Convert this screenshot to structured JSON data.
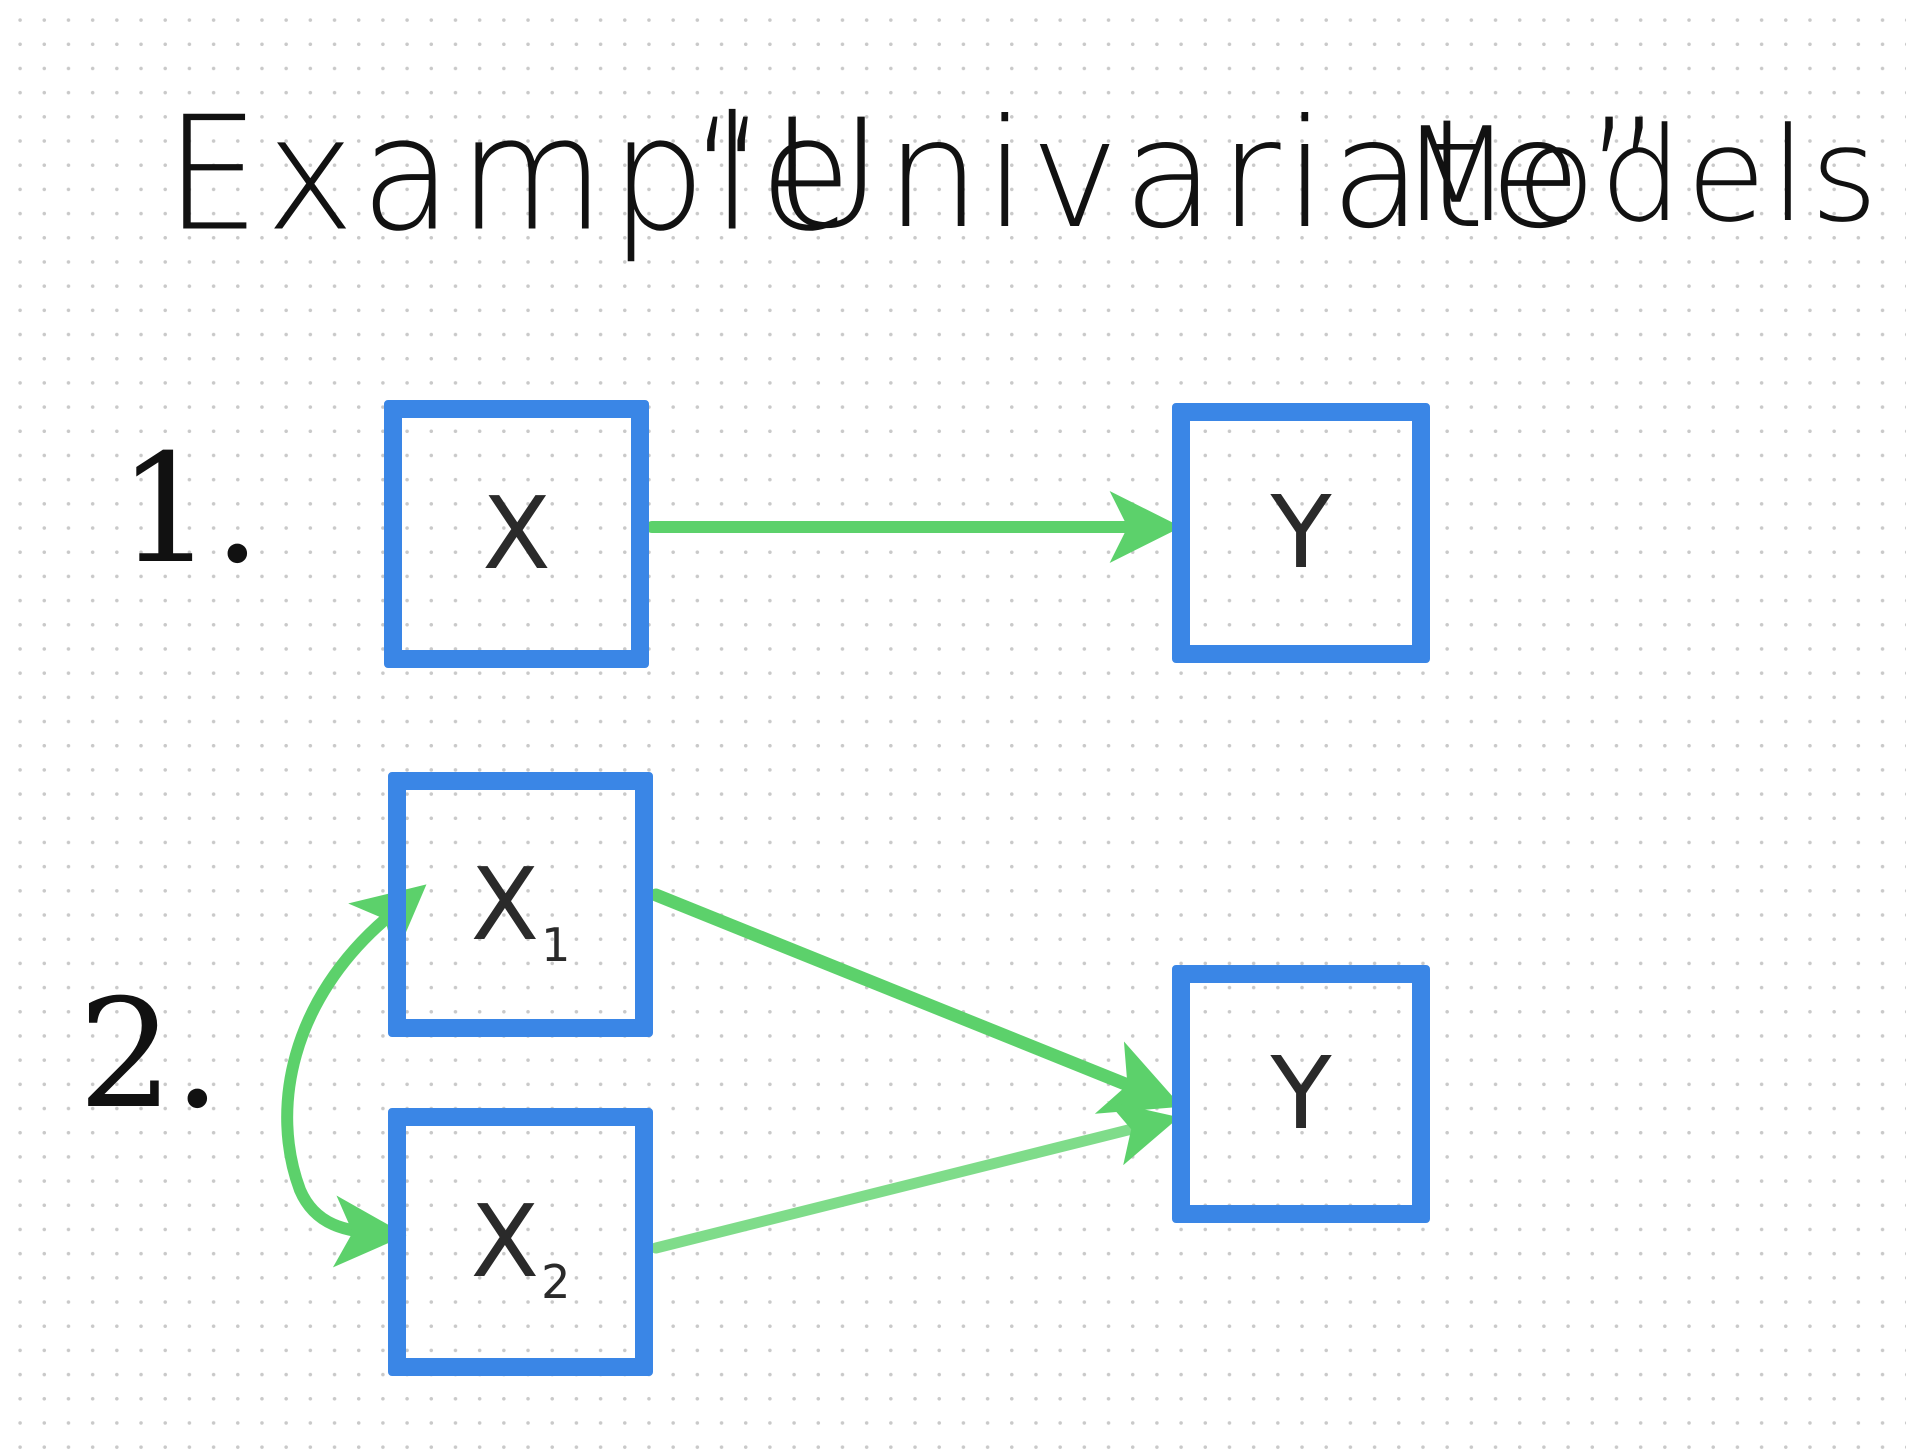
{
  "title": {
    "word1": "Example",
    "word2": "“Univariate”",
    "word3": "Models"
  },
  "numbers": [
    "1.",
    "2."
  ],
  "diagram1": {
    "nodes": [
      {
        "id": "x",
        "label": "X",
        "sub": ""
      },
      {
        "id": "y1",
        "label": "Y",
        "sub": ""
      }
    ],
    "edges": [
      {
        "from": "x",
        "to": "y1"
      }
    ]
  },
  "diagram2": {
    "nodes": [
      {
        "id": "x1",
        "label": "X",
        "sub": "1"
      },
      {
        "id": "x2",
        "label": "X",
        "sub": "2"
      },
      {
        "id": "y2",
        "label": "Y",
        "sub": ""
      }
    ],
    "edges": [
      {
        "from": "x1",
        "to": "y2"
      },
      {
        "from": "x2",
        "to": "y2"
      },
      {
        "from": "x1",
        "to": "x2",
        "bidirectional": true
      }
    ]
  },
  "colors": {
    "node_border": "#3a86e6",
    "edge": "#5cd16b",
    "text": "#111111"
  }
}
